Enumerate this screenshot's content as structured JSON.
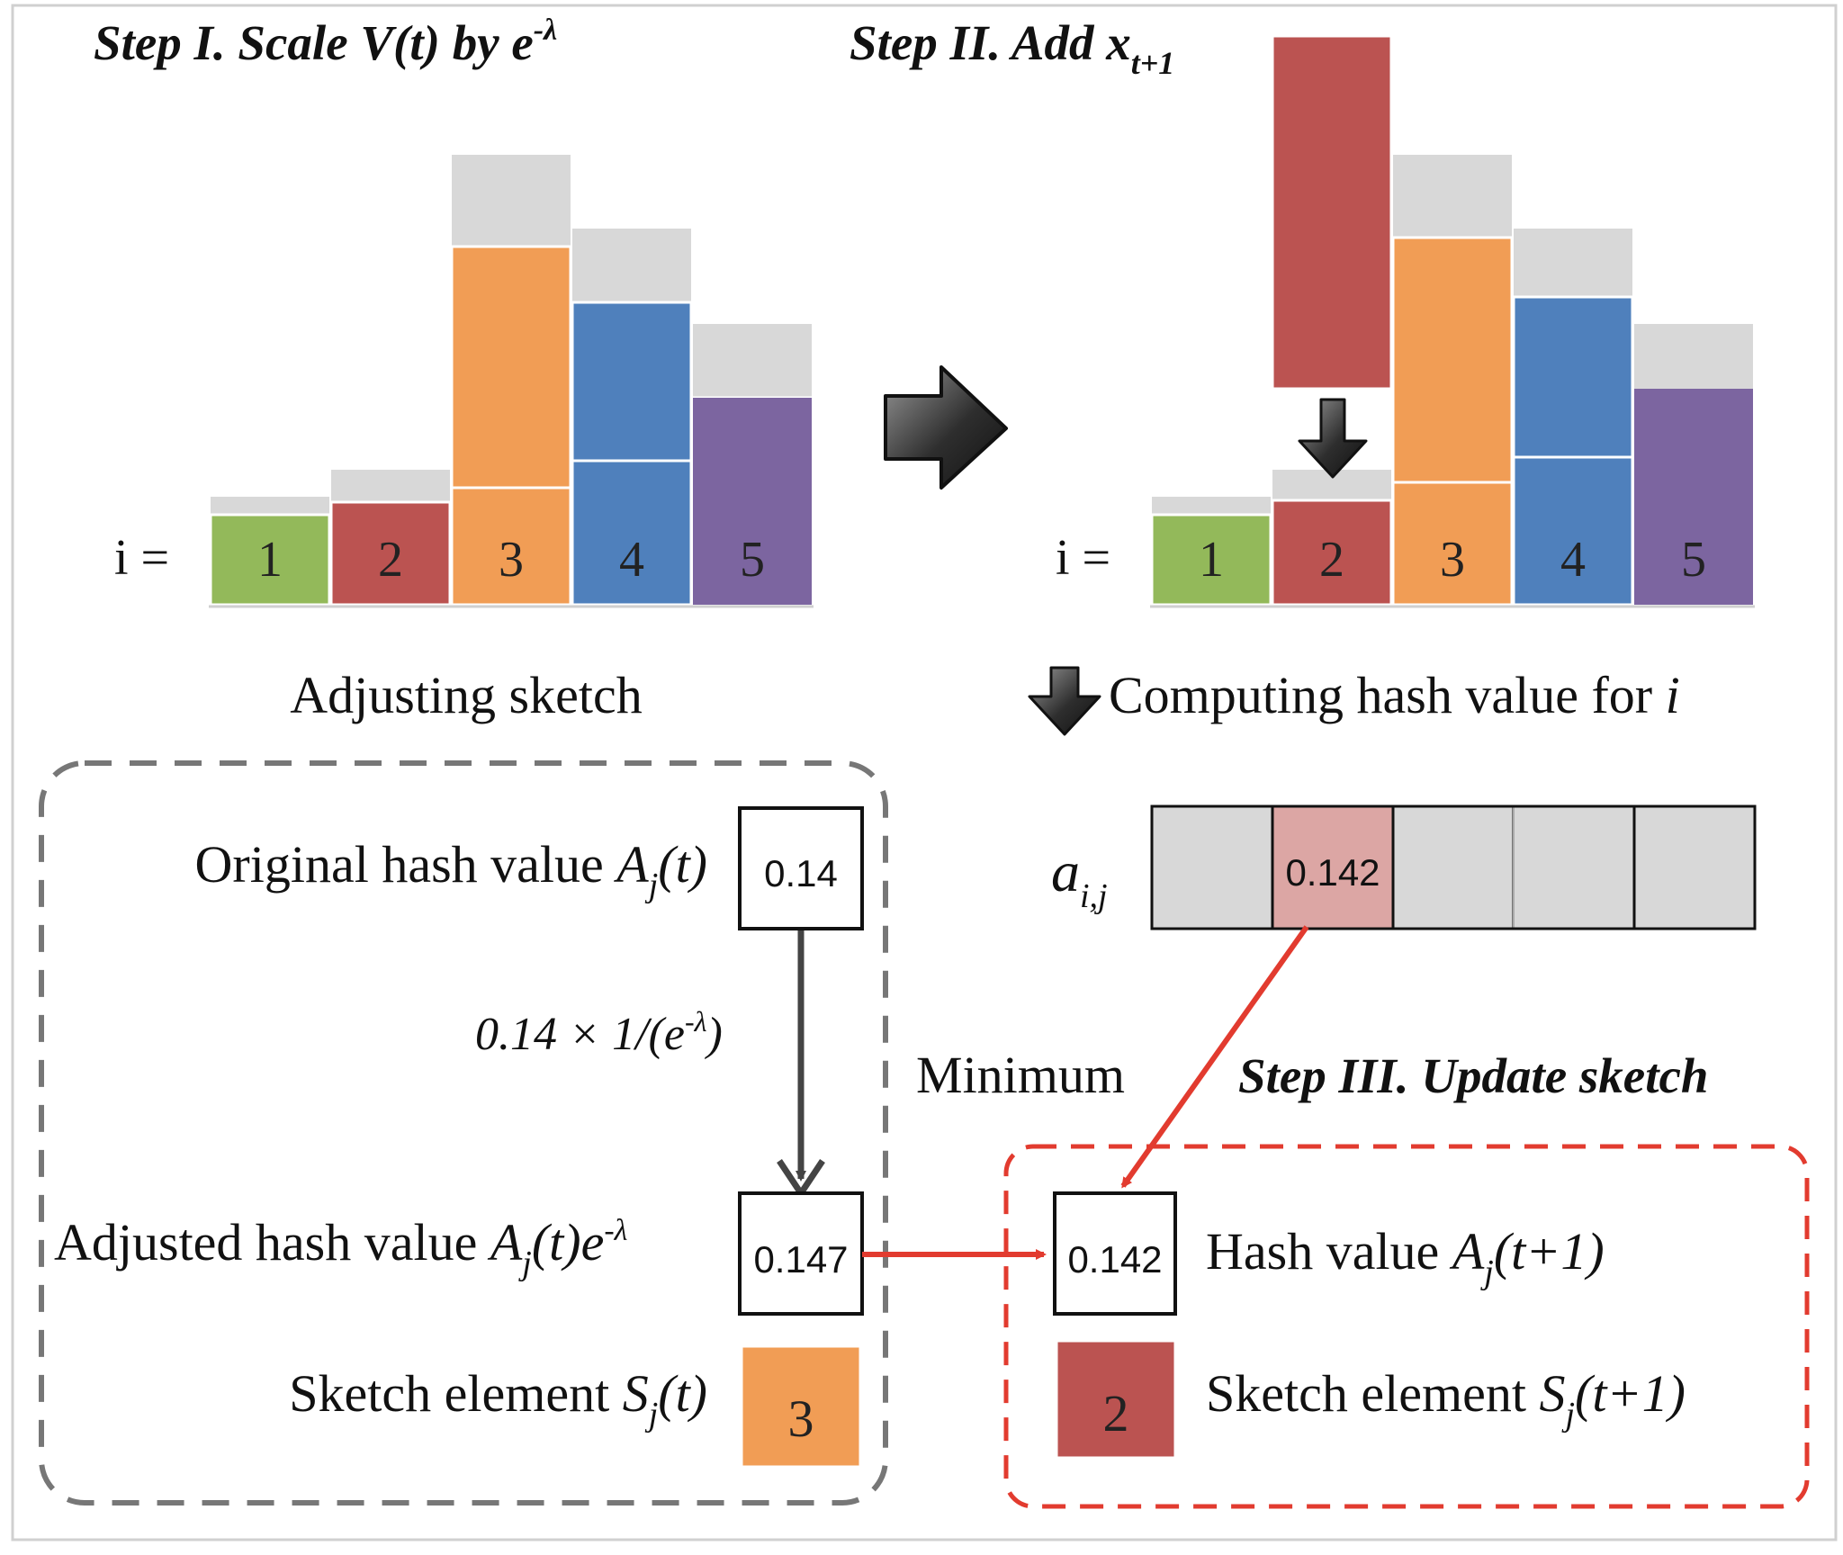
{
  "step1": {
    "title_prefix": "Step I. Scale V(t) by e",
    "title_sup": "-λ"
  },
  "step2": {
    "title_prefix": "Step II. Add x",
    "title_sub": "t+1"
  },
  "step3": {
    "title": "Step III. Update sketch"
  },
  "index_label": "i =",
  "indices": [
    "1",
    "2",
    "3",
    "4",
    "5"
  ],
  "colors": {
    "green": "#93b95a",
    "red": "#bb5351",
    "orange": "#f19d55",
    "blue": "#4f80bc",
    "purple": "#7c65a0",
    "gray": "#d8d8d8",
    "pink": "#dca6a4",
    "dashed_gray": "#777777",
    "dashed_red": "#e23b2f",
    "arrow_red": "#e23b2f"
  },
  "labels": {
    "adjusting": "Adjusting sketch",
    "computing_prefix": "Computing hash value for ",
    "computing_var": "i",
    "aij": "a",
    "aij_sub": "i,j",
    "original_prefix": "Original hash value ",
    "original_var": "A",
    "original_sub": "j",
    "original_suffix": "(t)",
    "formula_prefix": "0.14 × 1/(e",
    "formula_sup": "-λ",
    "formula_suffix": ")",
    "adjusted_prefix": "Adjusted hash value ",
    "adjusted_var": "A",
    "adjusted_sub": "j",
    "adjusted_mid": "(t)e",
    "adjusted_sup": "-λ",
    "sketch_prefix": "Sketch element  ",
    "sketch_var": "S",
    "sketch_sub": "j",
    "sketch_suffix": "(t)",
    "minimum": "Minimum",
    "hash_prefix": "Hash value ",
    "hash_var": "A",
    "hash_sub": "j",
    "hash_suffix": "(t+1)",
    "sketch2_prefix": "Sketch element ",
    "sketch2_var": "S",
    "sketch2_sub": "j",
    "sketch2_suffix": "(t+1)"
  },
  "values": {
    "original": "0.14",
    "adjusted": "0.147",
    "aij_highlight": "0.142",
    "new_hash": "0.142",
    "old_sketch_element": "3",
    "new_sketch_element": "2"
  }
}
